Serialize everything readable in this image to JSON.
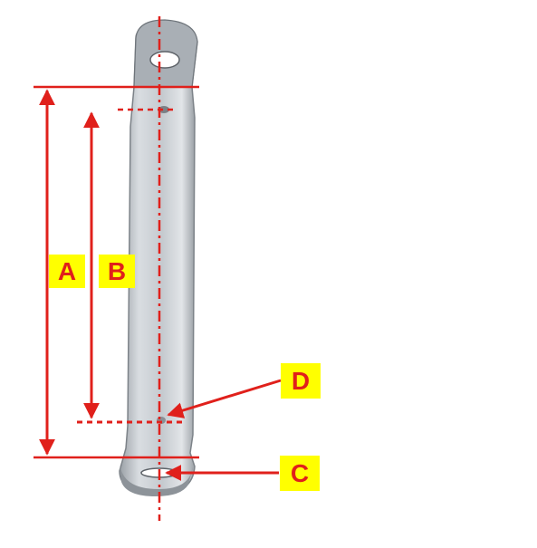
{
  "colors": {
    "dimension_line": "#e0201b",
    "label_background": "#ffff00",
    "label_text": "#e0201b",
    "metal_light": "#d4d8dc",
    "metal_dark": "#8f959c"
  },
  "labels": {
    "a": "A",
    "b": "B",
    "c": "C",
    "d": "D"
  }
}
